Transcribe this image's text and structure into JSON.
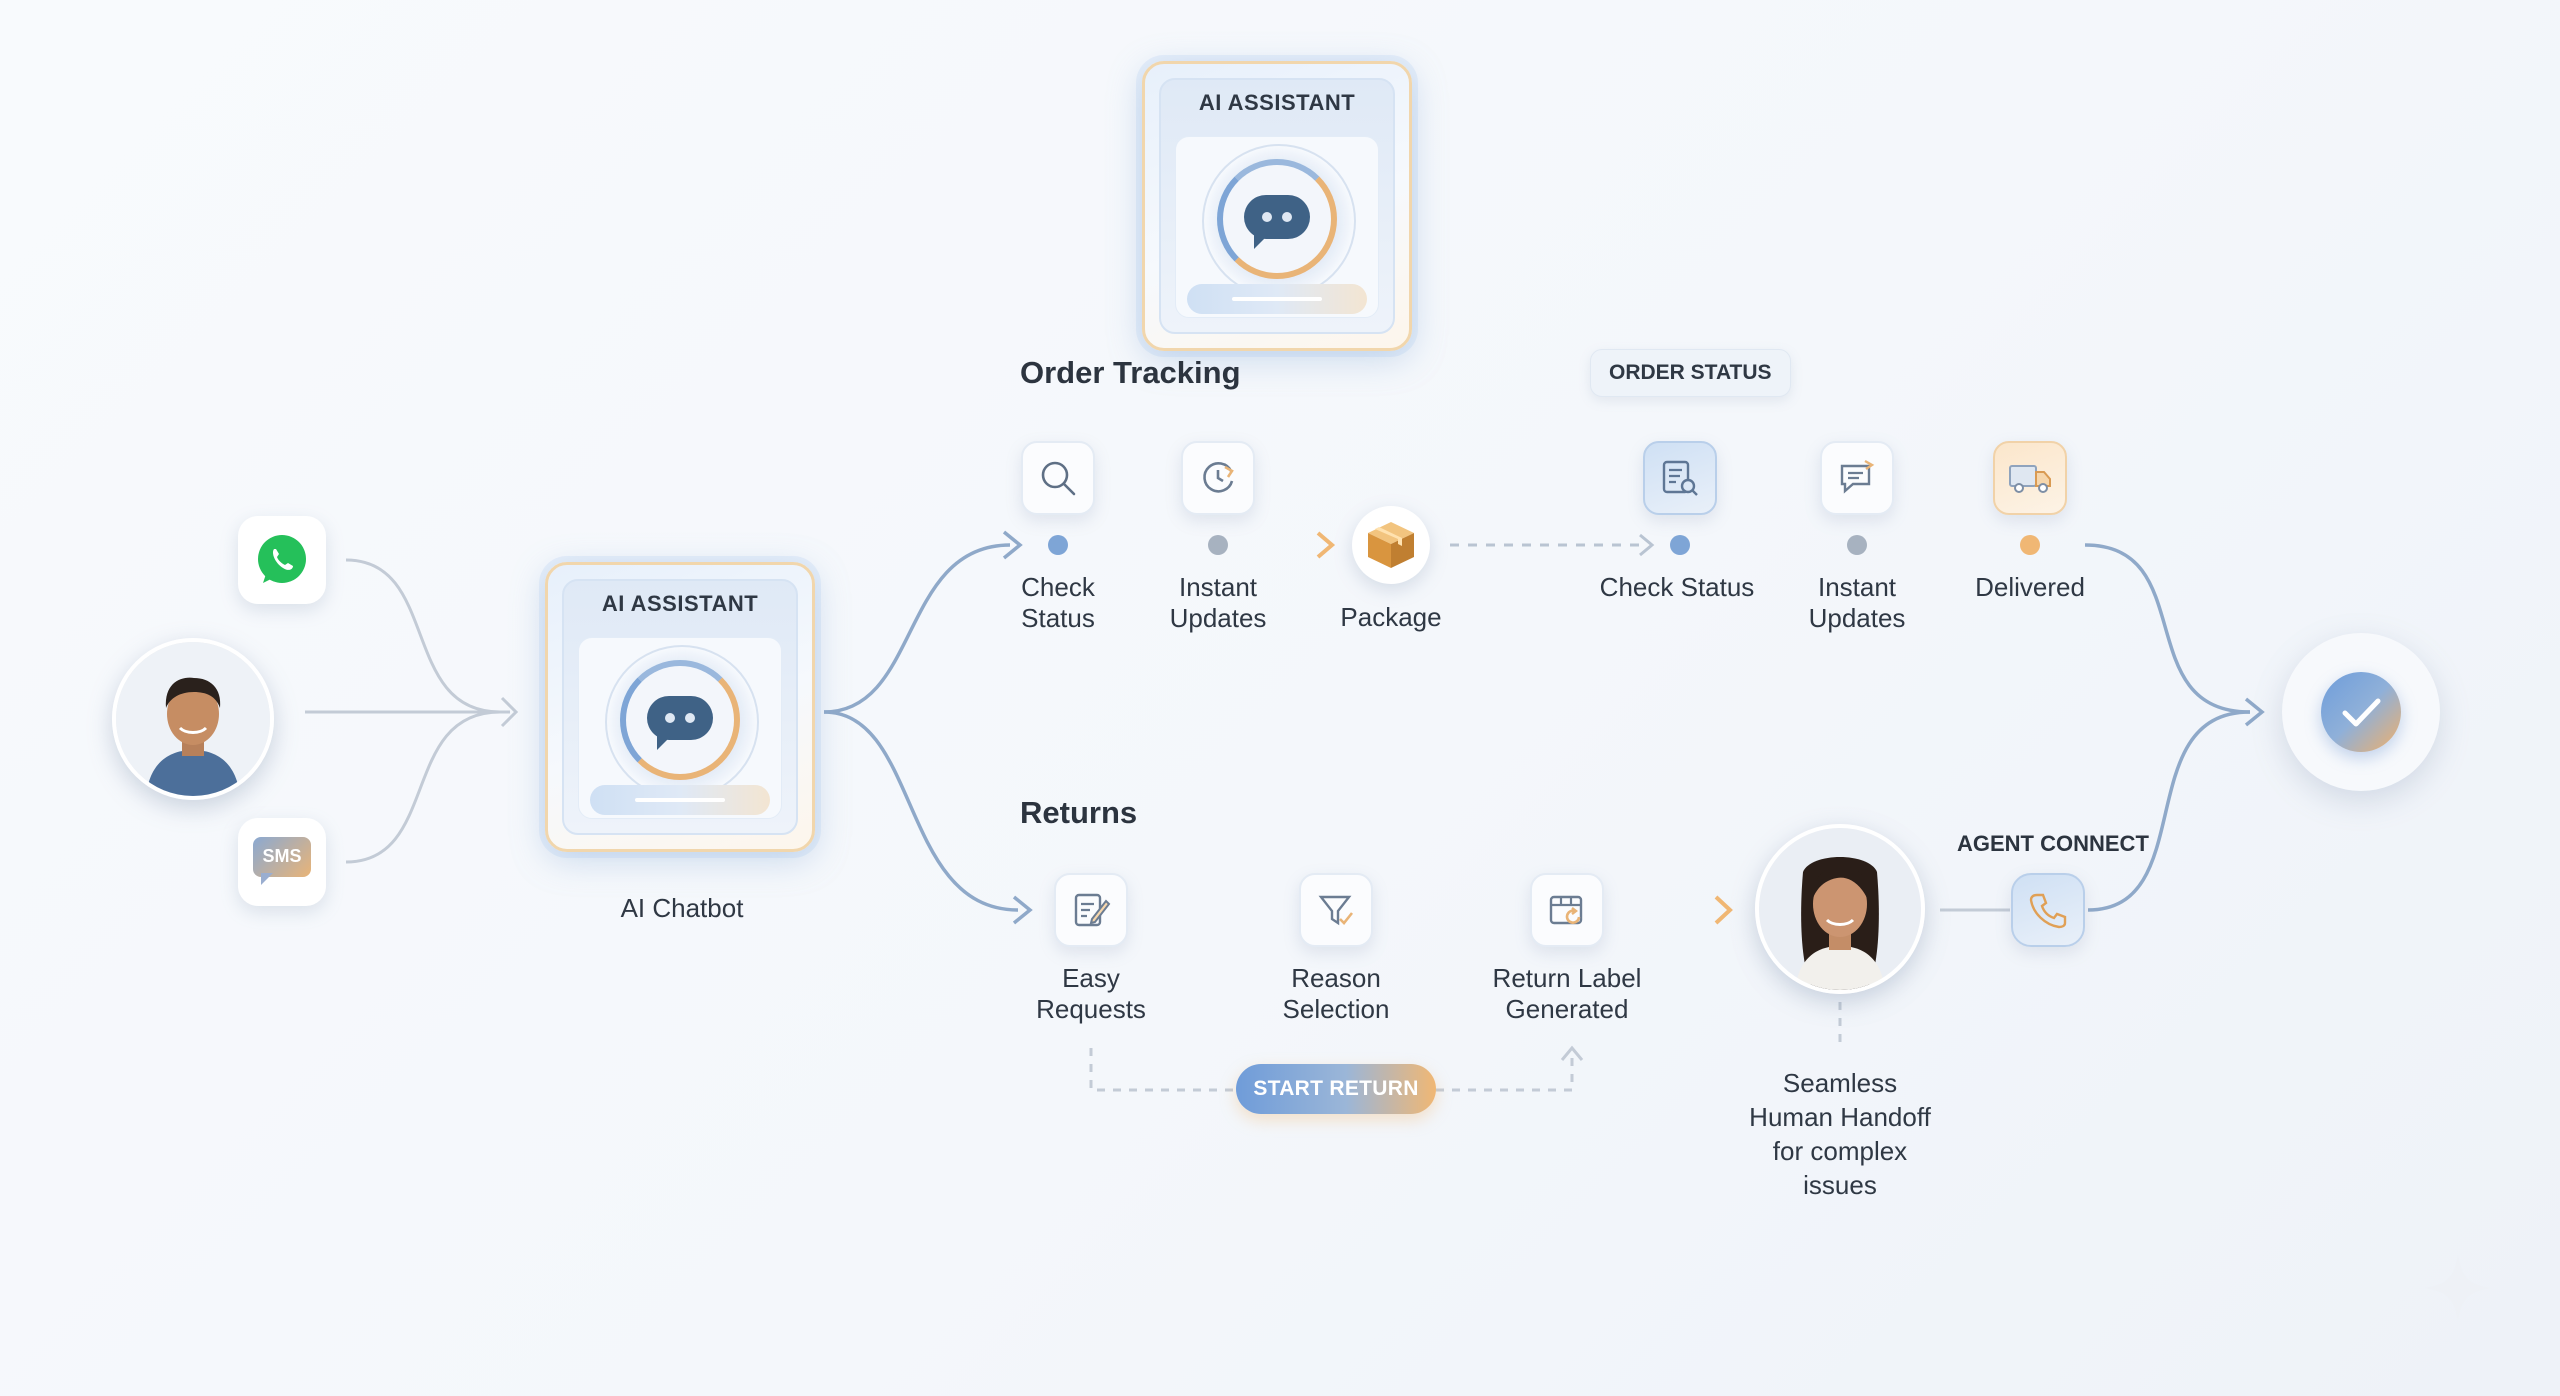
{
  "channels": {
    "whatsapp_icon": "whatsapp-icon",
    "sms_label": "SMS"
  },
  "chatbot": {
    "card_title": "AI ASSISTANT",
    "caption": "AI Chatbot"
  },
  "top_assistant": {
    "card_title": "AI ASSISTANT"
  },
  "order_tracking": {
    "title": "Order Tracking",
    "steps": [
      {
        "label": "Check\nStatus",
        "icon": "search-icon"
      },
      {
        "label": "Instant\nUpdates",
        "icon": "refresh-clock-icon"
      },
      {
        "label": "Package",
        "icon": "package-icon"
      }
    ],
    "status_pill": "ORDER STATUS",
    "status_steps": [
      {
        "label": "Check Status",
        "icon": "document-search-icon"
      },
      {
        "label": "Instant\nUpdates",
        "icon": "chat-arrow-icon"
      },
      {
        "label": "Delivered",
        "icon": "delivery-truck-icon"
      }
    ]
  },
  "returns": {
    "title": "Returns",
    "steps": [
      {
        "label": "Easy\nRequests",
        "icon": "edit-document-icon"
      },
      {
        "label": "Reason\nSelection",
        "icon": "filter-icon"
      },
      {
        "label": "Return Label\nGenerated",
        "icon": "return-box-icon"
      }
    ],
    "start_button": "START RETURN",
    "agent_connect": "AGENT CONNECT",
    "handoff": "Seamless\nHuman Handoff\nfor complex\nissues"
  },
  "completion_icon": "checkmark-icon",
  "colors": {
    "blue": "#7ea5d6",
    "orange": "#e9b477",
    "gray_line": "#b9c4d2",
    "text": "#2f3844"
  }
}
